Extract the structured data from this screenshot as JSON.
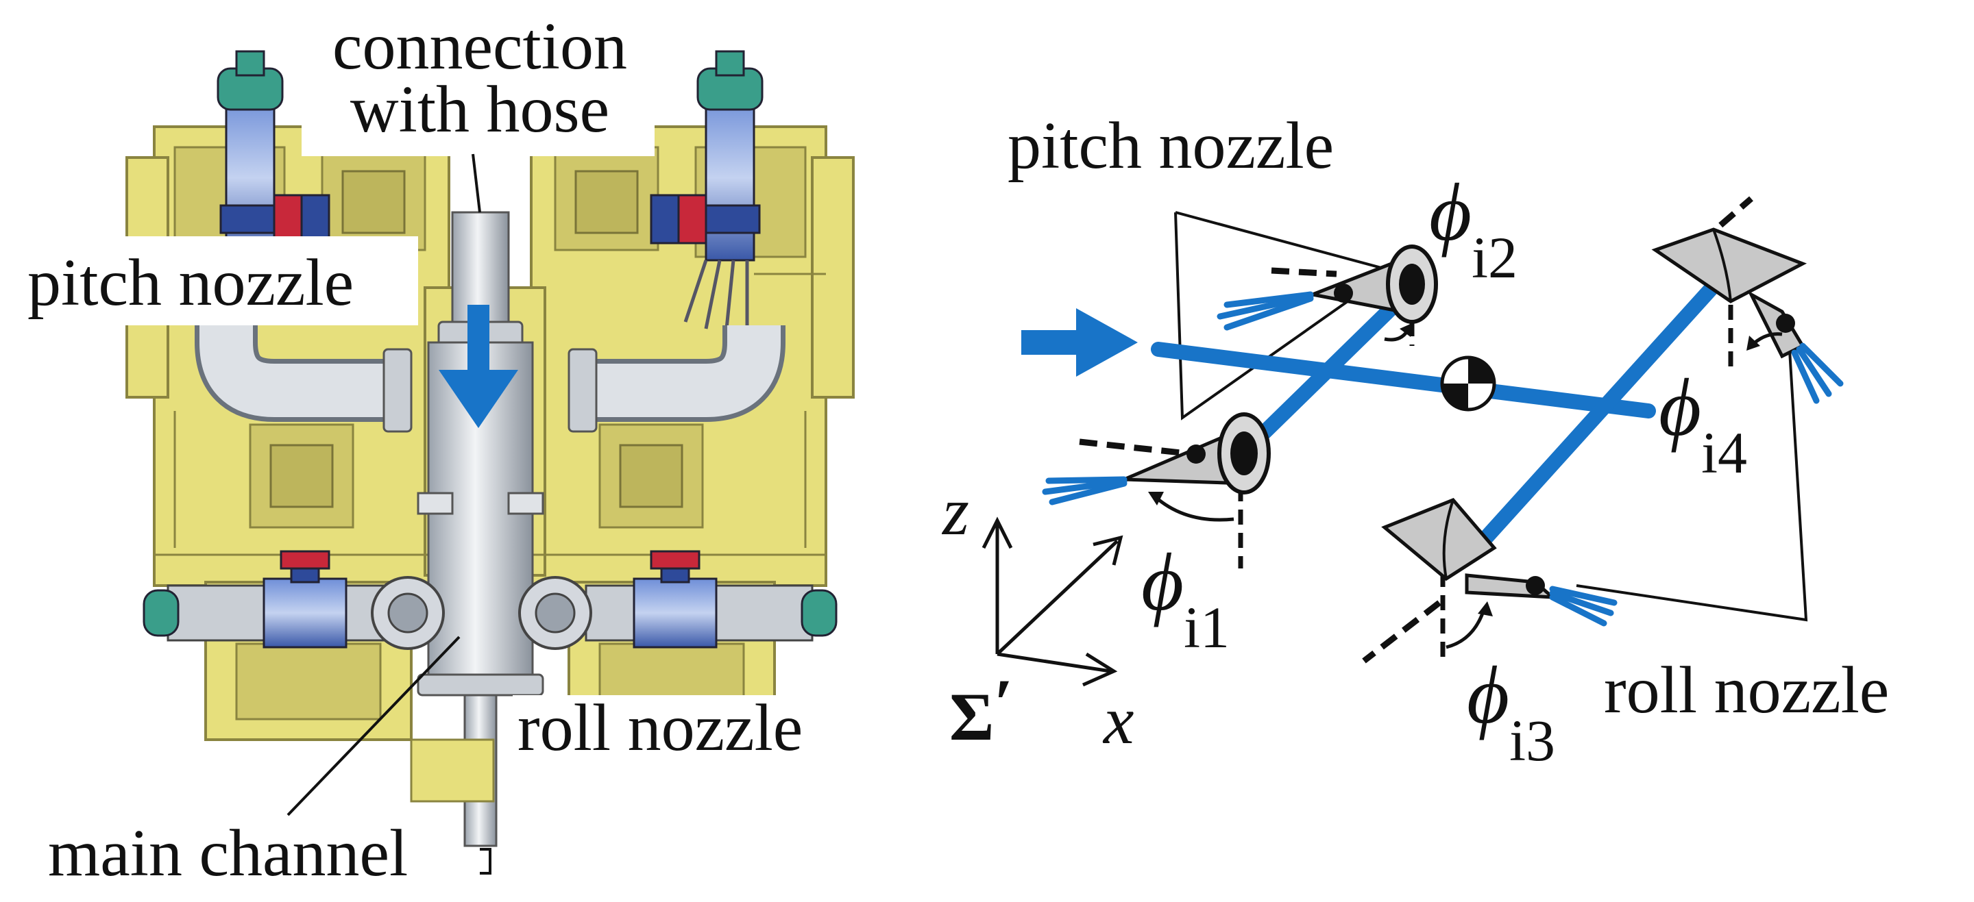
{
  "left_panel": {
    "labels": {
      "connection_line1": "connection",
      "connection_line2": "with hose",
      "pitch_nozzle": "pitch nozzle",
      "roll_nozzle": "roll nozzle",
      "main_channel": "main channel"
    }
  },
  "right_panel": {
    "labels": {
      "pitch_nozzle": "pitch nozzle",
      "roll_nozzle": "roll nozzle"
    },
    "angles": [
      {
        "symbol": "ϕ",
        "subscript": "i1"
      },
      {
        "symbol": "ϕ",
        "subscript": "i2"
      },
      {
        "symbol": "ϕ",
        "subscript": "i3"
      },
      {
        "symbol": "ϕ",
        "subscript": "i4"
      }
    ],
    "frame": {
      "z_label": "z",
      "x_label": "x",
      "sigma": "Σ",
      "prime": "′"
    }
  },
  "colors": {
    "housing_yellow": "#e6df7c",
    "housing_edge": "#8a8440",
    "pipe_grey": "#d4d8de",
    "valve_blue": "#2e4a9a",
    "cap_teal": "#3a9e8a",
    "accent_red": "#c8283a",
    "flow_blue": "#1874c8",
    "nozzle_grey": "#c8c8c8"
  }
}
